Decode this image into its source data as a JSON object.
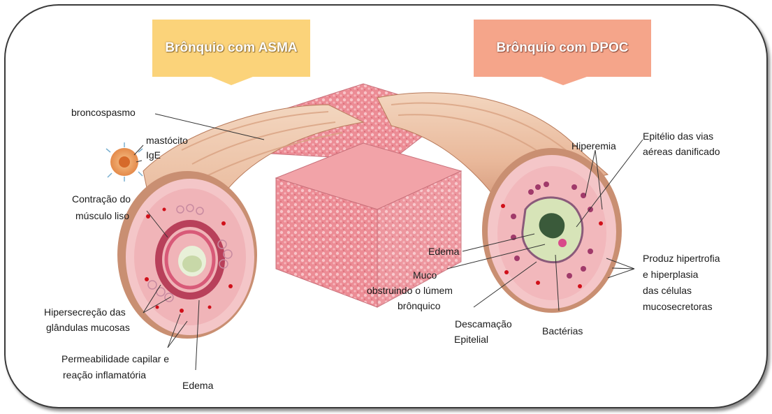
{
  "banners": {
    "asthma": "Brônquio com ASMA",
    "copd": "Brônquio com DPOC"
  },
  "labels": {
    "broncospasmo": "broncospasmo",
    "mastocito": "mastócito",
    "ige": "IgE",
    "contracao_1": "Contração do",
    "contracao_2": "músculo liso",
    "hipersecrecao_1": "Hipersecreção das",
    "hipersecrecao_2": "glândulas mucosas",
    "permeabilidade_1": "Permeabilidade capilar e",
    "permeabilidade_2": "reação inflamatória",
    "edema_left": "Edema",
    "edema_center": "Edema",
    "muco_1": "Muco",
    "muco_2": "obstruindo o lúmem",
    "muco_3": "brônquico",
    "descamacao_1": "Descamação",
    "descamacao_2": "Epitelial",
    "bacterias": "Bactérias",
    "hiperemia": "Hiperemia",
    "epitelio_1": "Epitélio das vias",
    "epitelio_2": "aéreas danificado",
    "hipertrofia_1": "Produz hipertrofia",
    "hipertrofia_2": "e hiperplasia",
    "hipertrofia_3": "das células",
    "hipertrofia_4": "mucosecretoras"
  },
  "colors": {
    "asthma_banner": "#fbd37a",
    "copd_banner": "#f5a58a",
    "tissue_pink": "#e8909a",
    "muscle_tan": "#e8c0a0"
  }
}
